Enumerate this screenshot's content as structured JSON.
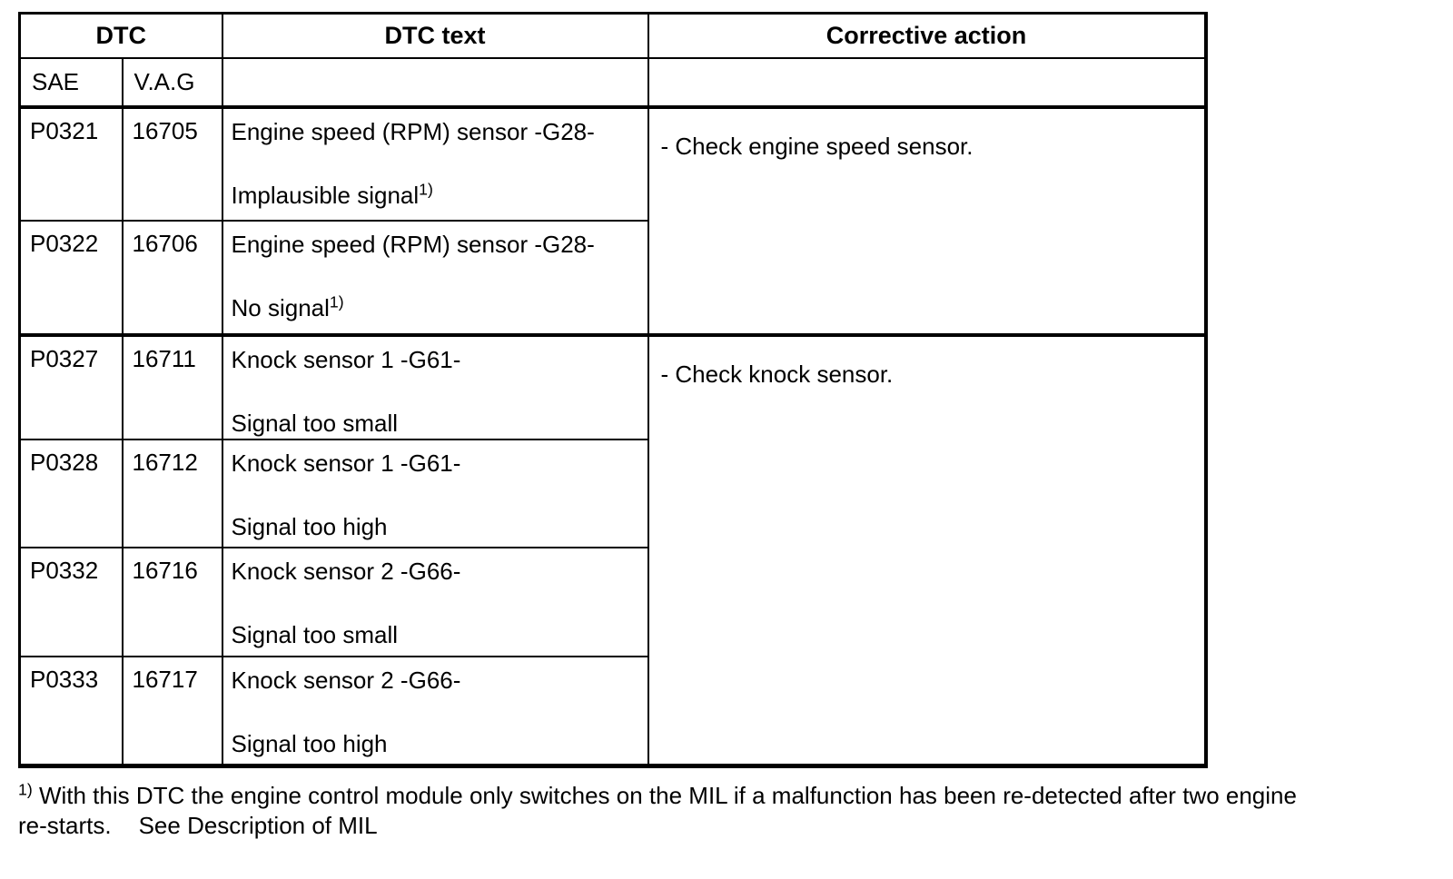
{
  "table": {
    "headers": {
      "dtc": "DTC",
      "dtc_text": "DTC text",
      "corrective": "Corrective action",
      "sae": "SAE",
      "vag": "V.A.G"
    },
    "groups": [
      {
        "corrective": "- Check engine speed sensor.",
        "rows": [
          {
            "sae": "P0321",
            "vag": "16705",
            "line1": "Engine speed (RPM) sensor -G28-",
            "line2": "Implausible signal",
            "line2_sup": "1)"
          },
          {
            "sae": "P0322",
            "vag": "16706",
            "line1": "Engine speed (RPM) sensor -G28-",
            "line2": "No signal",
            "line2_sup": "1)"
          }
        ]
      },
      {
        "corrective": "- Check knock sensor.",
        "rows": [
          {
            "sae": "P0327",
            "vag": "16711",
            "line1": "Knock sensor 1 -G61-",
            "line2": "Signal too small",
            "line2_sup": ""
          },
          {
            "sae": "P0328",
            "vag": "16712",
            "line1": "Knock sensor 1 -G61-",
            "line2": "Signal too high",
            "line2_sup": ""
          },
          {
            "sae": "P0332",
            "vag": "16716",
            "line1": "Knock sensor 2 -G66-",
            "line2": "Signal too small",
            "line2_sup": ""
          },
          {
            "sae": "P0333",
            "vag": "16717",
            "line1": "Knock sensor 2 -G66-",
            "line2": "Signal too high",
            "line2_sup": ""
          }
        ]
      }
    ]
  },
  "footnote": {
    "sup": "1)",
    "line1": "With this DTC the engine control module only switches on the MIL if a malfunction has been re-detected after two engine",
    "line2_start": "re-starts.",
    "line2_link": "See Description of MIL"
  }
}
